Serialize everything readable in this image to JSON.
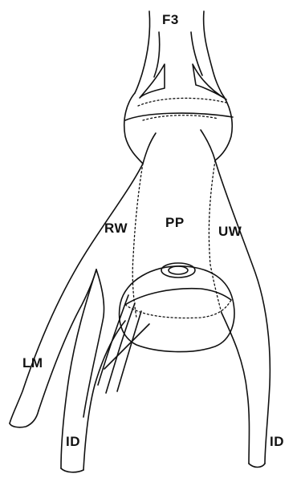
{
  "figure": {
    "labels": {
      "f3": "F3",
      "pp": "PP",
      "rw": "RW",
      "uw": "UW",
      "lm": "LM",
      "id_left": "ID",
      "id_right": "ID"
    }
  }
}
